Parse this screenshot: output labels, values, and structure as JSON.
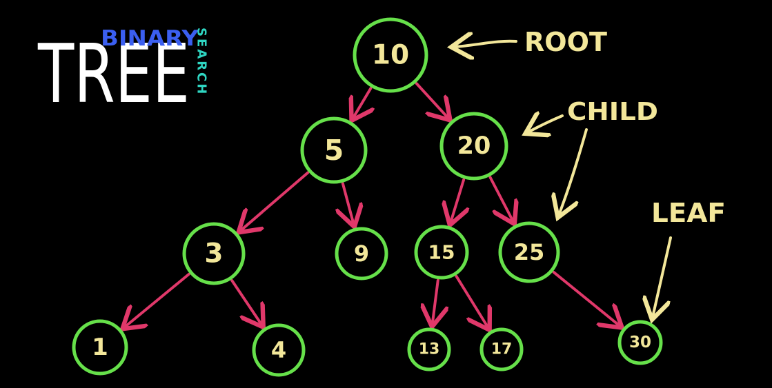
{
  "title": {
    "main": "TREE",
    "top": "BINARY",
    "side": "SEARCH"
  },
  "colors": {
    "background": "#000000",
    "node_stroke": "#66e04a",
    "node_text": "#f3e79a",
    "edge": "#e0386a",
    "annotation": "#f3e79a",
    "title_main": "#ffffff",
    "title_top": "#3b5ff0",
    "title_side": "#2fd6c2"
  },
  "nodes": [
    {
      "id": "n10",
      "label": "10"
    },
    {
      "id": "n5",
      "label": "5"
    },
    {
      "id": "n20",
      "label": "20"
    },
    {
      "id": "n3",
      "label": "3"
    },
    {
      "id": "n9",
      "label": "9"
    },
    {
      "id": "n15",
      "label": "15"
    },
    {
      "id": "n25",
      "label": "25"
    },
    {
      "id": "n1",
      "label": "1"
    },
    {
      "id": "n4",
      "label": "4"
    },
    {
      "id": "n13",
      "label": "13"
    },
    {
      "id": "n17",
      "label": "17"
    },
    {
      "id": "n30",
      "label": "30"
    }
  ],
  "edges": [
    {
      "from": "n10",
      "to": "n5"
    },
    {
      "from": "n10",
      "to": "n20"
    },
    {
      "from": "n5",
      "to": "n3"
    },
    {
      "from": "n5",
      "to": "n9"
    },
    {
      "from": "n20",
      "to": "n15"
    },
    {
      "from": "n20",
      "to": "n25"
    },
    {
      "from": "n3",
      "to": "n1"
    },
    {
      "from": "n3",
      "to": "n4"
    },
    {
      "from": "n15",
      "to": "n13"
    },
    {
      "from": "n15",
      "to": "n17"
    },
    {
      "from": "n25",
      "to": "n30"
    }
  ],
  "annotations": [
    {
      "id": "root",
      "label": "ROOT"
    },
    {
      "id": "child",
      "label": "CHILD"
    },
    {
      "id": "leaf",
      "label": "LEAF"
    }
  ]
}
